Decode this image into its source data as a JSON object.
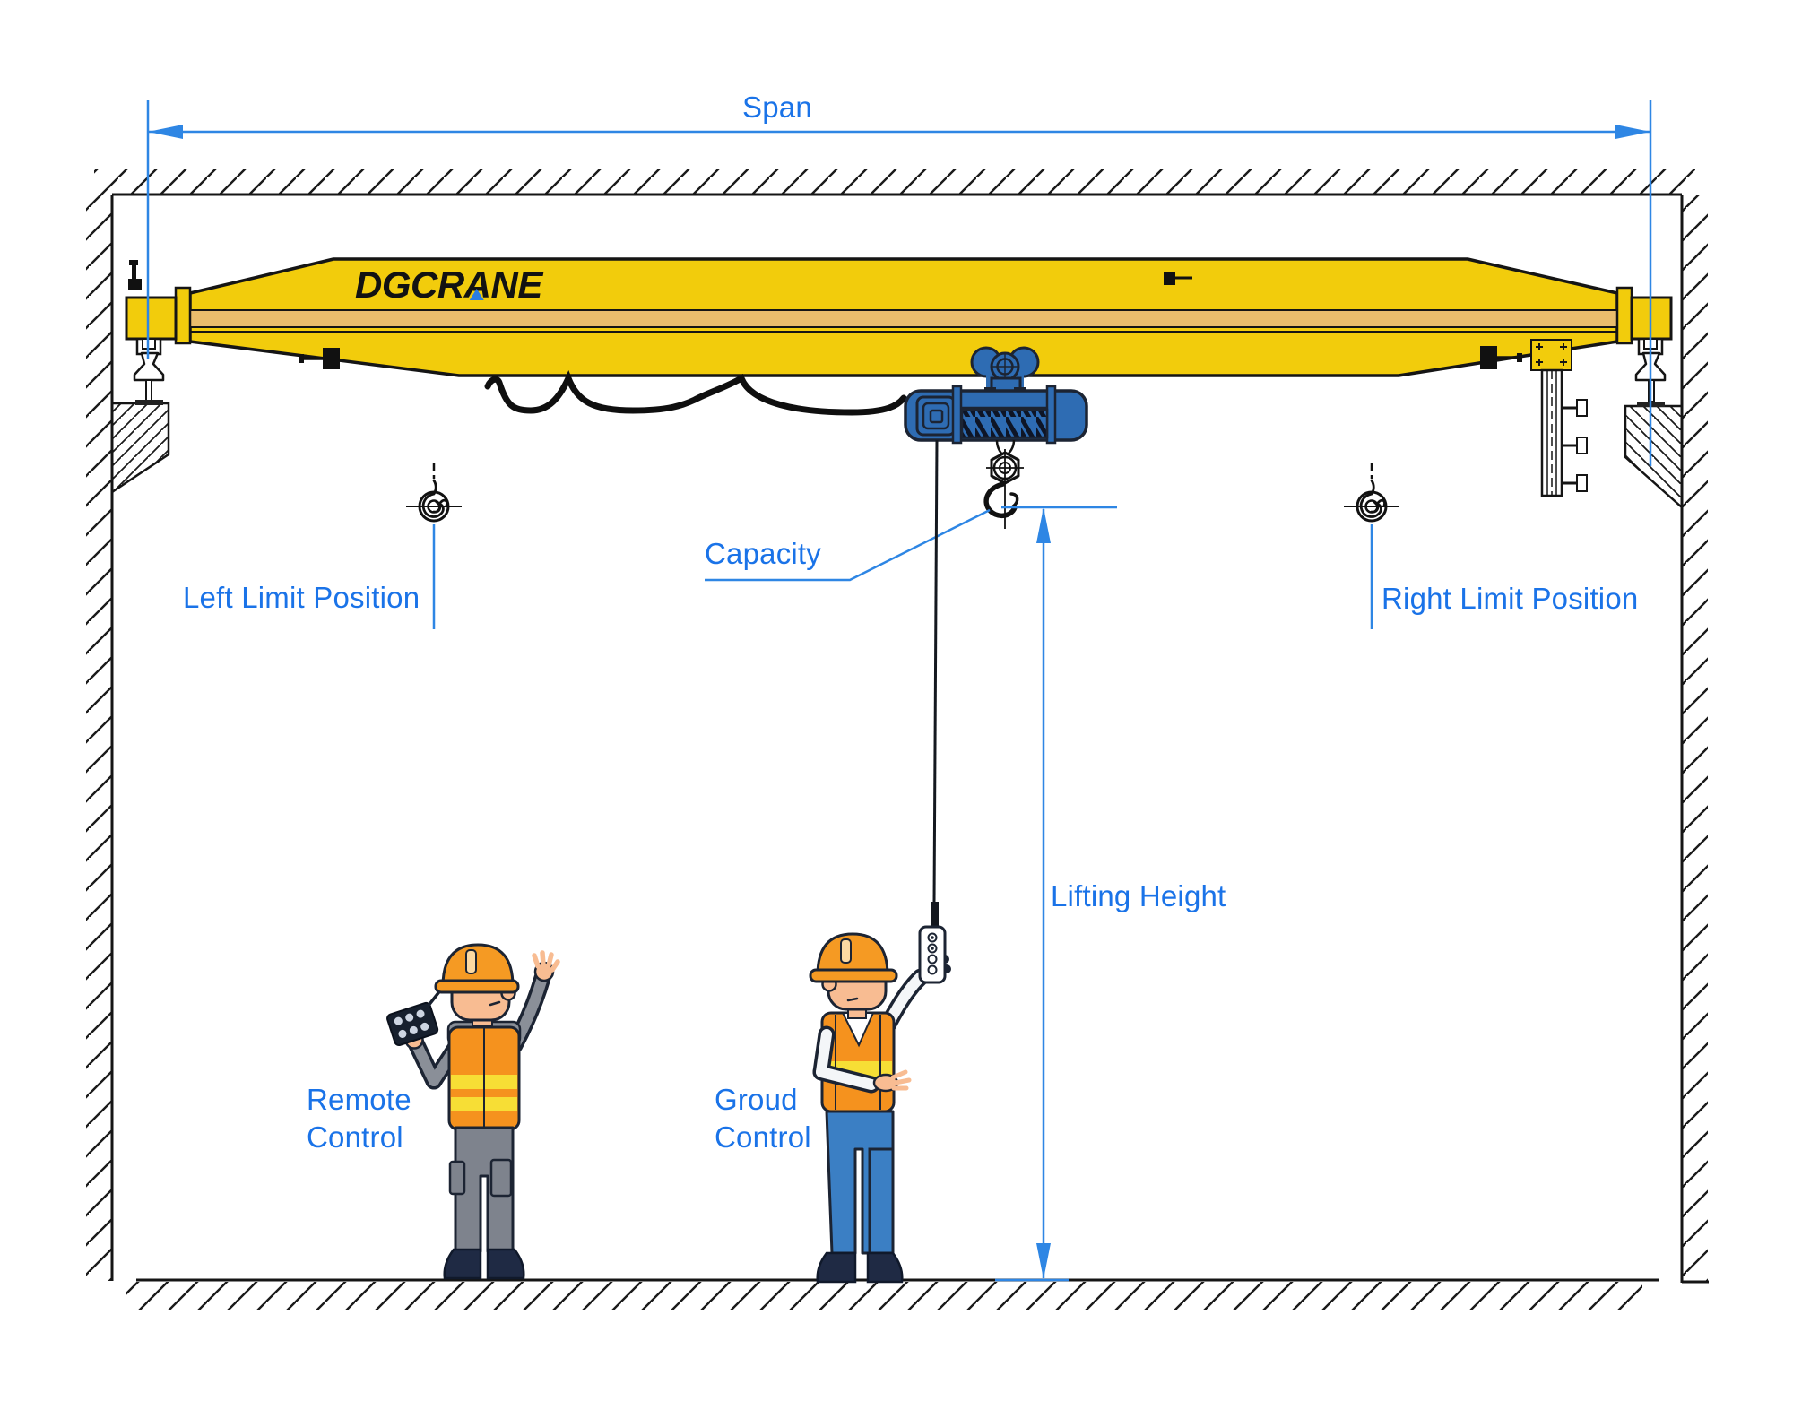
{
  "diagram": {
    "title_context": "Overhead crane diagram",
    "brand": {
      "logo_prefix": "DGCR",
      "logo_a": "A",
      "logo_suffix": "NE"
    },
    "labels": {
      "span": "Span",
      "capacity": "Capacity",
      "lifting_height": "Lifting Height",
      "left_limit": "Left Limit Position",
      "right_limit": "Right Limit Position",
      "remote_control_line1": "Remote",
      "remote_control_line2": "Control",
      "ground_control_line1": "Groud",
      "ground_control_line2": "Control"
    },
    "colors": {
      "dimension_blue": "#2e86e4",
      "dimension_text_blue": "#1a73e8",
      "beam_yellow": "#F2CC0C",
      "beam_stripe_tan": "#EABD6C",
      "hoist_blue": "#2E6CB3",
      "outline_dark": "#1c2433",
      "vest_orange": "#F5921E",
      "stripe_yellow": "#F7DE35",
      "helmet_orange": "#F59A23",
      "jeans_blue": "#3B7FC4",
      "skin": "#F8BC92",
      "shirt_gray": "#8A8F98",
      "pants_gray": "#7E838D",
      "boot_navy": "#1F2A44",
      "logo_black": "#121212",
      "logo_accent_blue": "#2A7DE1",
      "line_black": "#151515"
    }
  }
}
